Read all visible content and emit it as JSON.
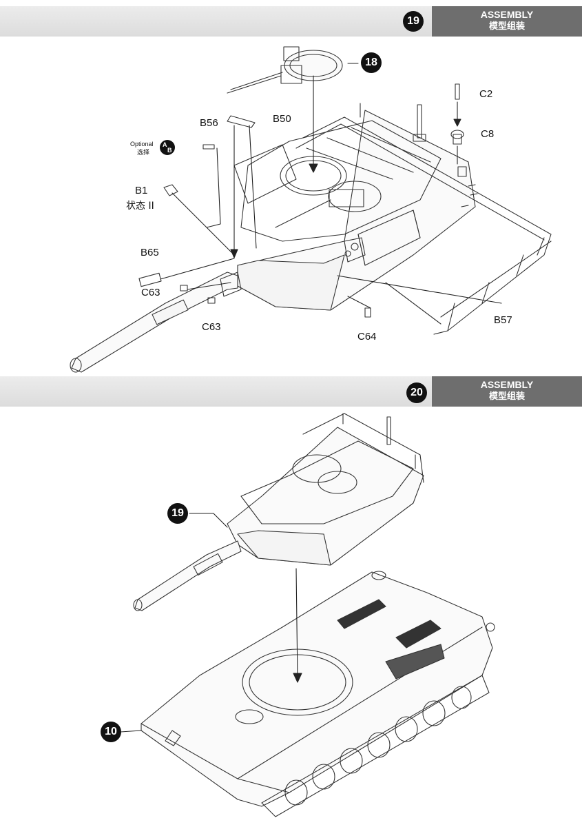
{
  "step19": {
    "number": "19",
    "title_en": "ASSEMBLY",
    "title_cn": "模型组装",
    "callouts": {
      "sub_assembly": "18",
      "c2": "C2",
      "c8": "C8",
      "b56": "B56",
      "b50": "B50",
      "optional_en": "Optional",
      "optional_cn": "选择",
      "option_a": "A",
      "option_b": "B",
      "b1": "B1",
      "b1_state": "状态 II",
      "b65": "B65",
      "c63_a": "C63",
      "c63_b": "C63",
      "c64": "C64",
      "b57": "B57"
    }
  },
  "step20": {
    "number": "20",
    "title_en": "ASSEMBLY",
    "title_cn": "模型组装",
    "callouts": {
      "turret": "19",
      "hull": "10"
    }
  },
  "colors": {
    "header_gradient": "#e4e4e4",
    "title_box": "#6e6e6e",
    "step_circle": "#111111",
    "line_art": "#333333"
  }
}
